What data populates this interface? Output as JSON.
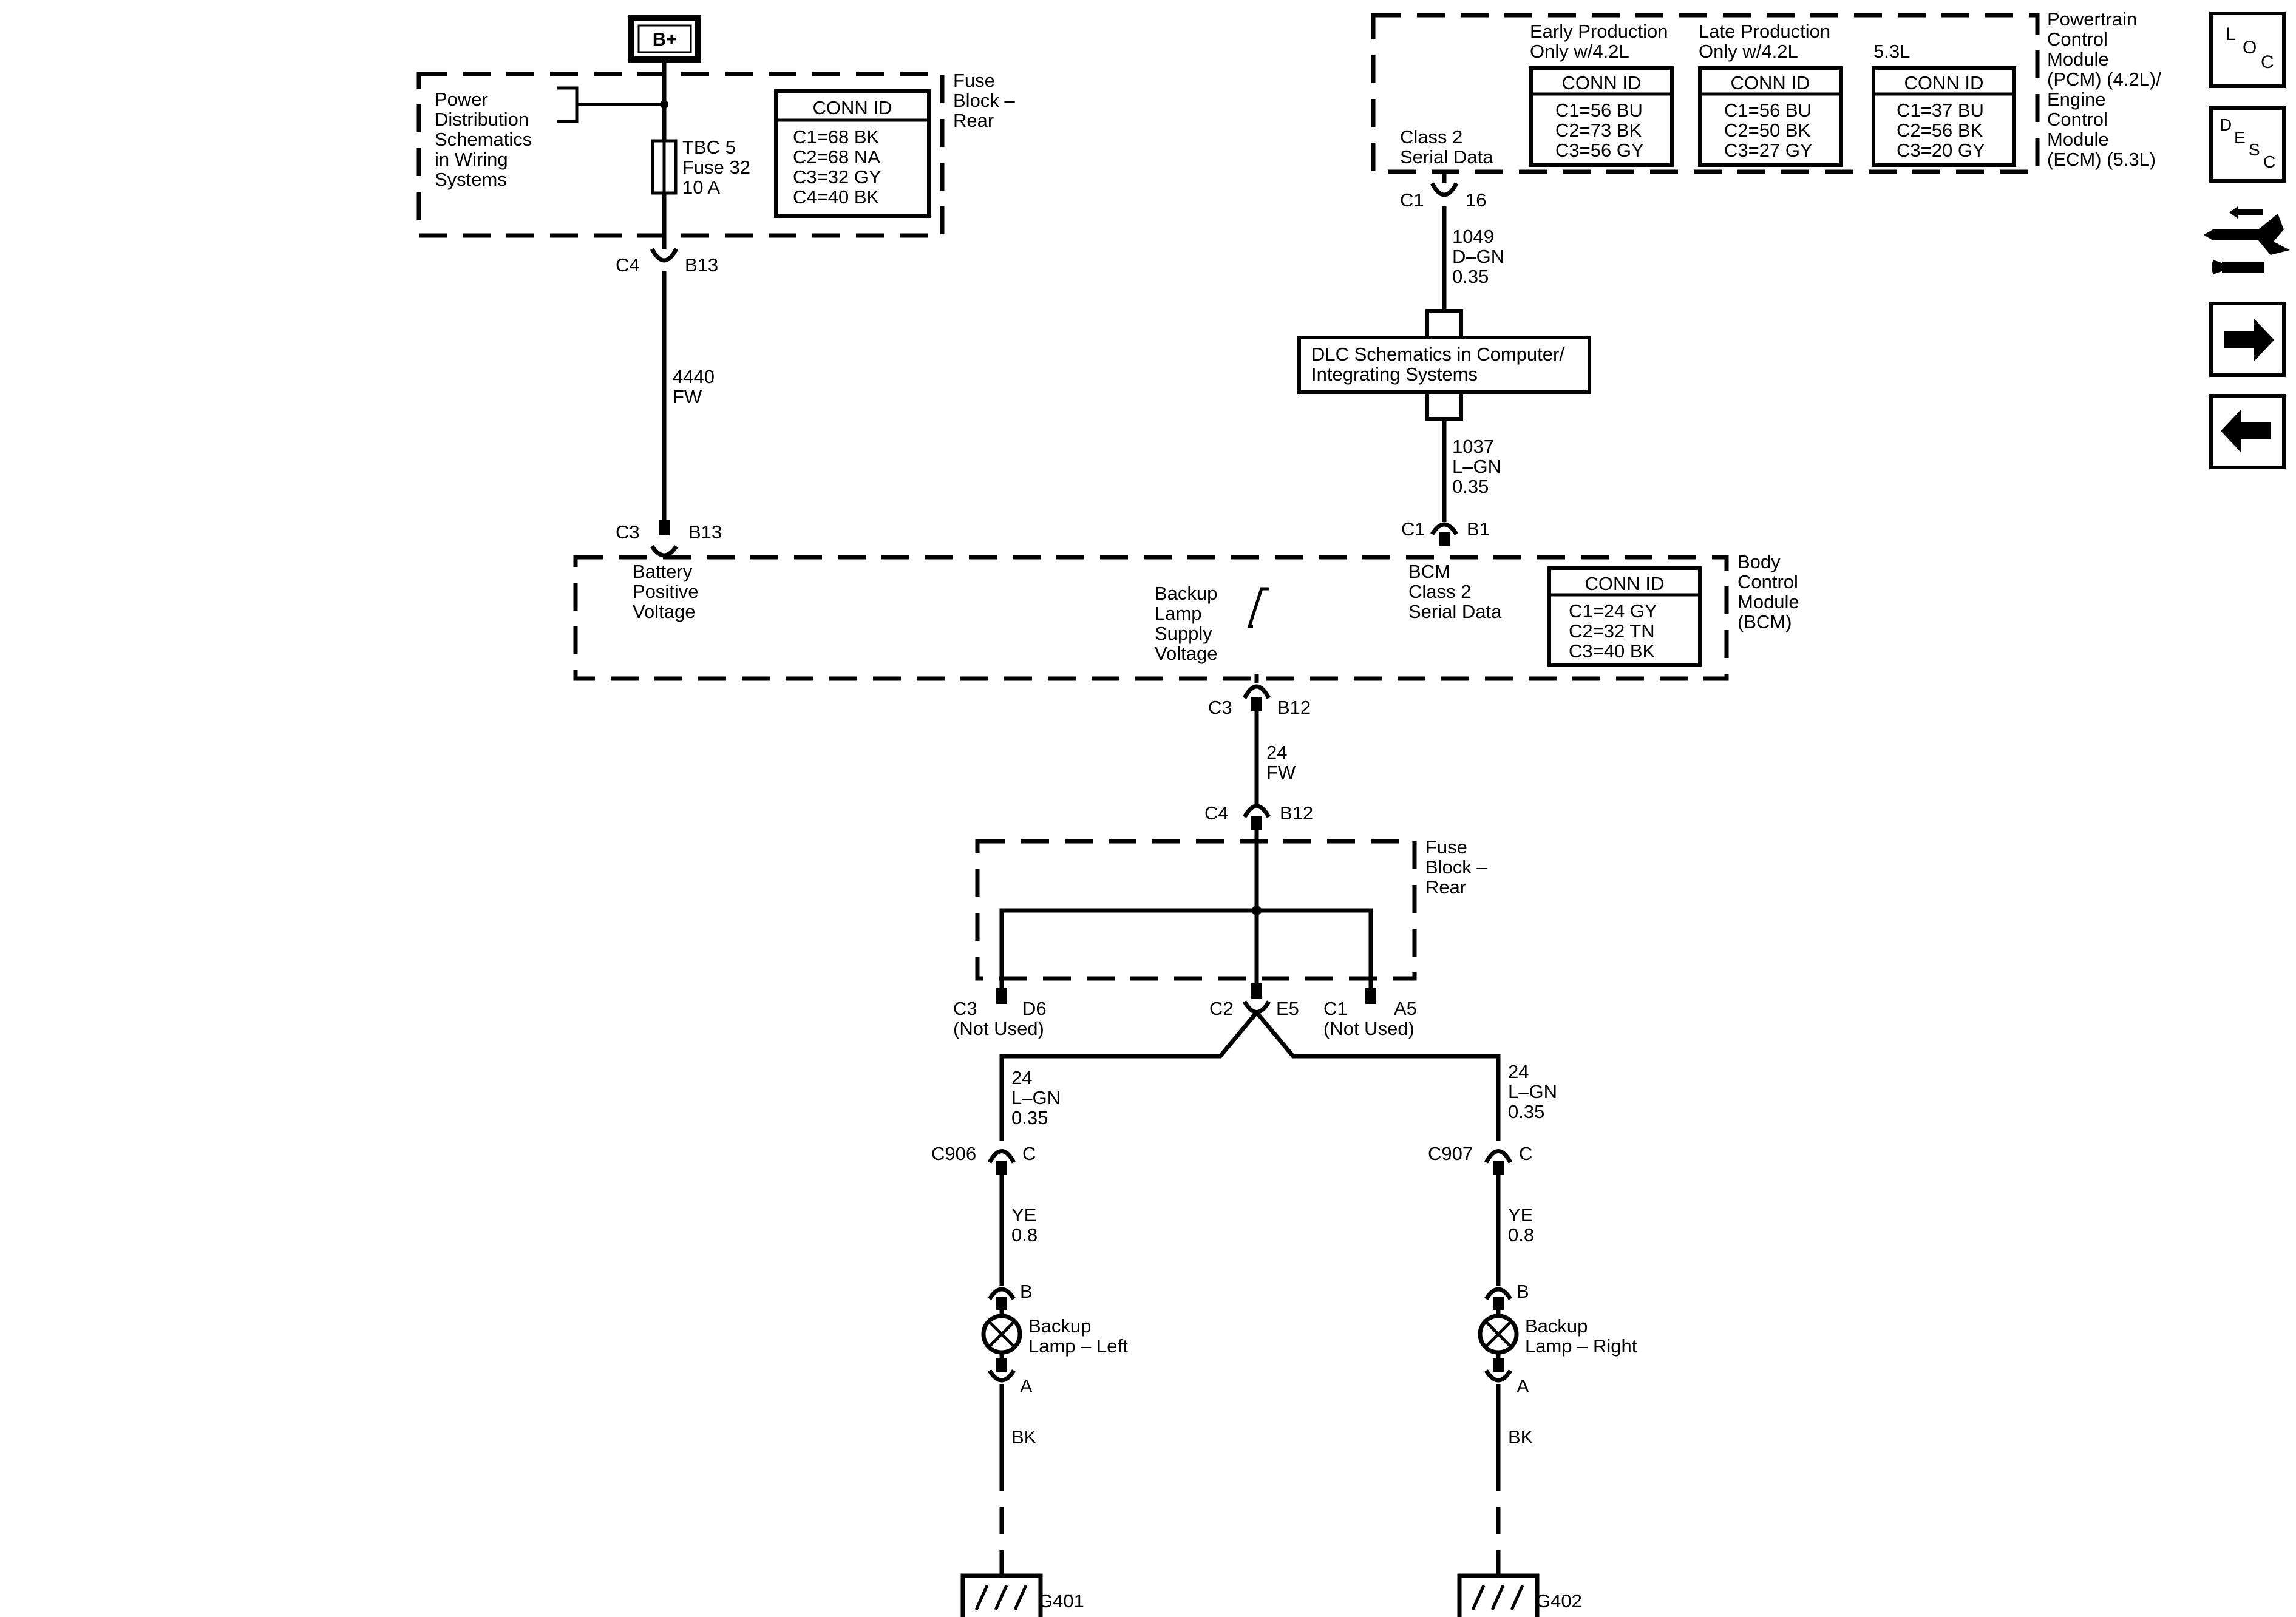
{
  "battery": {
    "label": "B+"
  },
  "fuse_block_rear_top": {
    "name": [
      "Fuse",
      "Block –",
      "Rear"
    ],
    "ref": [
      "Power",
      "Distribution",
      "Schematics",
      "in Wiring",
      "Systems"
    ],
    "fuse": [
      "TBC 5",
      "Fuse 32",
      "10 A"
    ],
    "conn_id": {
      "header": "CONN ID",
      "rows": [
        "C1=68 BK",
        "C2=68 NA",
        "C3=32 GY",
        "C4=40 BK"
      ]
    }
  },
  "pcm": {
    "name": [
      "Powertrain",
      "Control",
      "Module",
      "(PCM) (4.2L)/",
      "Engine",
      "Control",
      "Module",
      "(ECM) (5.3L)"
    ],
    "signal": [
      "Class 2",
      "Serial Data"
    ],
    "tables": [
      {
        "caption": [
          "Early Production",
          "Only w/4.2L"
        ],
        "header": "CONN ID",
        "rows": [
          "C1=56 BU",
          "C2=73 BK",
          "C3=56 GY"
        ]
      },
      {
        "caption": [
          "Late Production",
          "Only w/4.2L"
        ],
        "header": "CONN ID",
        "rows": [
          "C1=56 BU",
          "C2=50 BK",
          "C3=27 GY"
        ]
      },
      {
        "caption": [
          "5.3L"
        ],
        "header": "CONN ID",
        "rows": [
          "C1=37 BU",
          "C2=56 BK",
          "C3=20 GY"
        ]
      }
    ]
  },
  "connectors": {
    "c4_b13_top": {
      "left": "C4",
      "right": "B13"
    },
    "c3_b13": {
      "left": "C3",
      "right": "B13"
    },
    "c1_16": {
      "left": "C1",
      "right": "16"
    },
    "c1_b1": {
      "left": "C1",
      "right": "B1"
    },
    "c3_b12": {
      "left": "C3",
      "right": "B12"
    },
    "c4_b12": {
      "left": "C4",
      "right": "B12"
    },
    "c3_d6": {
      "left": "C3",
      "right": "D6",
      "note": "(Not Used)"
    },
    "c2_e5": {
      "left": "C2",
      "right": "E5"
    },
    "c1_a5": {
      "left": "C1",
      "right": "A5",
      "note": "(Not Used)"
    },
    "c906": {
      "left": "C906",
      "right": "C"
    },
    "c907": {
      "left": "C907",
      "right": "C"
    },
    "lamp_left_b": "B",
    "lamp_left_a": "A",
    "lamp_right_b": "B",
    "lamp_right_a": "A"
  },
  "wires": {
    "w4440": [
      "4440",
      "FW"
    ],
    "w1049": [
      "1049",
      "D–GN",
      "0.35"
    ],
    "w1037": [
      "1037",
      "L–GN",
      "0.35"
    ],
    "w24_fw": [
      "24",
      "FW"
    ],
    "w24_left": [
      "24",
      "L–GN",
      "0.35"
    ],
    "w24_right": [
      "24",
      "L–GN",
      "0.35"
    ],
    "ye_left": [
      "YE",
      "0.8"
    ],
    "ye_right": [
      "YE",
      "0.8"
    ],
    "bk_left": "BK",
    "bk_right": "BK"
  },
  "dlc": {
    "label": [
      "DLC Schematics in Computer/",
      "Integrating Systems"
    ]
  },
  "bcm": {
    "name": [
      "Body",
      "Control",
      "Module",
      "(BCM)"
    ],
    "battery_input": [
      "Battery",
      "Positive",
      "Voltage"
    ],
    "backup_output": [
      "Backup",
      "Lamp",
      "Supply",
      "Voltage"
    ],
    "serial": [
      "BCM",
      "Class 2",
      "Serial Data"
    ],
    "conn_id": {
      "header": "CONN ID",
      "rows": [
        "C1=24 GY",
        "C2=32 TN",
        "C3=40 BK"
      ]
    }
  },
  "fuse_block_rear_bottom": {
    "name": [
      "Fuse",
      "Block –",
      "Rear"
    ]
  },
  "lamps": {
    "left": [
      "Backup",
      "Lamp – Left"
    ],
    "right": [
      "Backup",
      "Lamp – Right"
    ]
  },
  "grounds": {
    "left": "G401",
    "right": "G402"
  },
  "nav": {
    "loc": [
      "L",
      "O",
      "C"
    ],
    "desc": [
      "D",
      "E",
      "S",
      "C"
    ],
    "icons": [
      "loc-icon",
      "desc-icon",
      "connector-tool-icon",
      "arrow-right-icon",
      "arrow-left-icon"
    ]
  }
}
